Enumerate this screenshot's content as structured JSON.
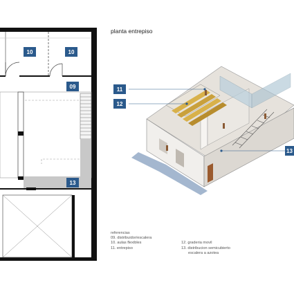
{
  "title": "planta entrepiso",
  "plan_tags": {
    "t10a": "10",
    "t10b": "10",
    "t09": "09",
    "t13": "13"
  },
  "axo_tags": {
    "t11": "11",
    "t12": "12",
    "t13": "13"
  },
  "colors": {
    "tag_blue": "#2b5a8c",
    "wall": "#111111",
    "grey": "#c8c8c8"
  },
  "references": {
    "heading": "referencias",
    "items": [
      "09. distribuidor/escalera",
      "10. aulas flexibles",
      "11. entrepiso",
      "12. graderia movil",
      "13. distribucion semicubierto",
      "escalera a azotea"
    ]
  }
}
